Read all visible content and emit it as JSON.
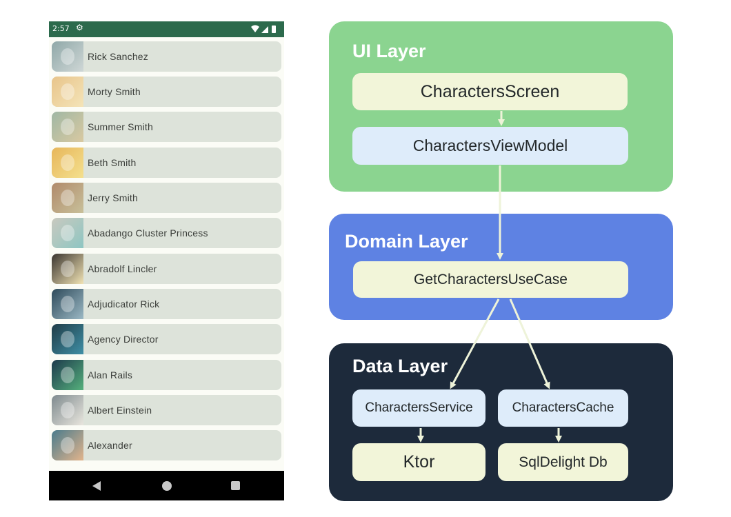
{
  "status_bar": {
    "time": "2:57"
  },
  "characters": [
    {
      "name": "Rick Sanchez",
      "avatar_colors": [
        "#8fa8a8",
        "#cfd7d6"
      ]
    },
    {
      "name": "Morty Smith",
      "avatar_colors": [
        "#e8c48a",
        "#f4e4b8"
      ]
    },
    {
      "name": "Summer Smith",
      "avatar_colors": [
        "#9fb7a4",
        "#d9c9a1"
      ]
    },
    {
      "name": "Beth Smith",
      "avatar_colors": [
        "#e7b65a",
        "#f4e08e"
      ]
    },
    {
      "name": "Jerry Smith",
      "avatar_colors": [
        "#b08a6a",
        "#c8c09a"
      ]
    },
    {
      "name": "Abadango Cluster Princess",
      "avatar_colors": [
        "#c9c9bf",
        "#8ec6c2"
      ]
    },
    {
      "name": "Abradolf Lincler",
      "avatar_colors": [
        "#3a3530",
        "#f1e3b4"
      ]
    },
    {
      "name": "Adjudicator Rick",
      "avatar_colors": [
        "#2e4a5a",
        "#9bb8c4"
      ]
    },
    {
      "name": "Agency Director",
      "avatar_colors": [
        "#1f3c46",
        "#3f8fa6"
      ]
    },
    {
      "name": "Alan Rails",
      "avatar_colors": [
        "#1d3a4c",
        "#55b07c"
      ]
    },
    {
      "name": "Albert Einstein",
      "avatar_colors": [
        "#7e8a8e",
        "#e9e6de"
      ]
    },
    {
      "name": "Alexander",
      "avatar_colors": [
        "#4a7b8c",
        "#e2b48c"
      ]
    }
  ],
  "diagram": {
    "ui_layer": {
      "title": "UI Layer",
      "screen": "CharactersScreen",
      "viewmodel": "CharactersViewModel"
    },
    "domain_layer": {
      "title": "Domain Layer",
      "usecase": "GetCharactersUseCase"
    },
    "data_layer": {
      "title": "Data Layer",
      "service": "CharactersService",
      "cache": "CharactersCache",
      "ktor": "Ktor",
      "db": "SqlDelight Db"
    }
  },
  "colors": {
    "ui_layer": "#8bd490",
    "domain_layer": "#5e82e3",
    "data_layer": "#1d2a3b",
    "cream_box": "#f2f5d9",
    "blue_box": "#deecfa",
    "status_bar": "#2c6a4c",
    "list_row": "#dde3da"
  }
}
